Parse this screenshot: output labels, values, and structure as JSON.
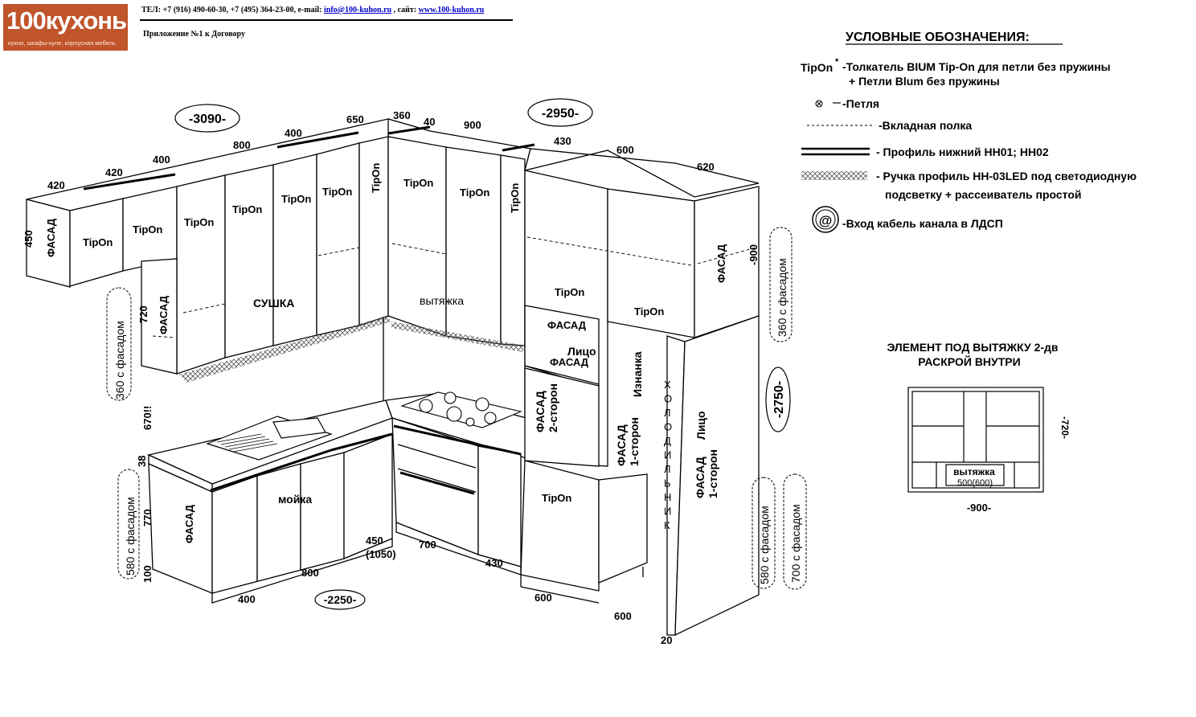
{
  "header": {
    "logo_text": "100кухонь",
    "logo_sub": "кухни, шкафы-купе, корпусная мебель",
    "contact_prefix": "ТЕЛ: +7 (916) 490-60-30, +7 (495) 364-23-00, e-mail: ",
    "email": "info@100-kuhon.ru",
    "site_prefix": " , сайт: ",
    "site": "www.100-kuhon.ru",
    "appendix": "Приложение №1 к Договору"
  },
  "legend": {
    "title": "УСЛОВНЫЕ ОБОЗНАЧЕНИЯ:",
    "tipon_key": "TipOn",
    "tipon_star": "*",
    "tipon_desc1": "-Толкатель BIUM Tip-On  для петли без пружины",
    "tipon_desc2": "+ Петли Blum без пружины",
    "hinge": "-Петля",
    "shelf": "-Вкладная полка",
    "profile": "-  Профиль нижний НН01; НН02",
    "handle1": "-  Ручка профиль НН-03LED под  светодиодную",
    "handle2": "подсветку + рассеиватель простой",
    "cable": "-Вход кабель канала в ЛДСП",
    "cable_symbol": "@"
  },
  "element": {
    "title1": "ЭЛЕМЕНТ ПОД ВЫТЯЖКУ 2-дв",
    "title2": "РАСКРОЙ ВНУТРИ",
    "hood": "вытяжка",
    "hood_size": "500(600)",
    "height": "-720-",
    "width": "-900-"
  },
  "totals": {
    "upper_left": "-3090-",
    "upper_right": "-2950-",
    "lower_left": "-2250-",
    "tall_height": "-2750-"
  },
  "dims": {
    "d420a": "420",
    "d420b": "420",
    "d400a": "400",
    "d800a": "800",
    "d400b": "400",
    "d650": "650",
    "d360": "360",
    "d40": "40",
    "d900": "900",
    "d430a": "430",
    "d600a": "600",
    "d620": "620",
    "d450": "450",
    "d720": "720",
    "d670": "670!!",
    "d38": "38",
    "d770": "770",
    "d100": "100",
    "d400c": "400",
    "d800b": "800",
    "d450b": "450",
    "d1050": "(1050)",
    "d700": "700",
    "d430b": "430",
    "d600b": "600",
    "d600c": "600",
    "d20": "20",
    "d900v": "-900"
  },
  "labels": {
    "tipon": "TipOn",
    "facade": "ФАСАД",
    "dryer": "СУШКА",
    "hood": "вытяжка",
    "sink": "мойка",
    "face": "Лицо",
    "facade_2s": "ФАСАД\n2-сторон",
    "reverse": "Изнанка",
    "facade_1s": "ФАСАД\n1-сторон",
    "fridge": "ХОЛОДИЛЬНИК",
    "facade_360a": "360 с фасадом",
    "facade_360b": "360 с фасадом",
    "facade_580a": "580 с фасадом",
    "facade_580b": "580 с фасадом",
    "facade_700": "700 с фасадом"
  }
}
